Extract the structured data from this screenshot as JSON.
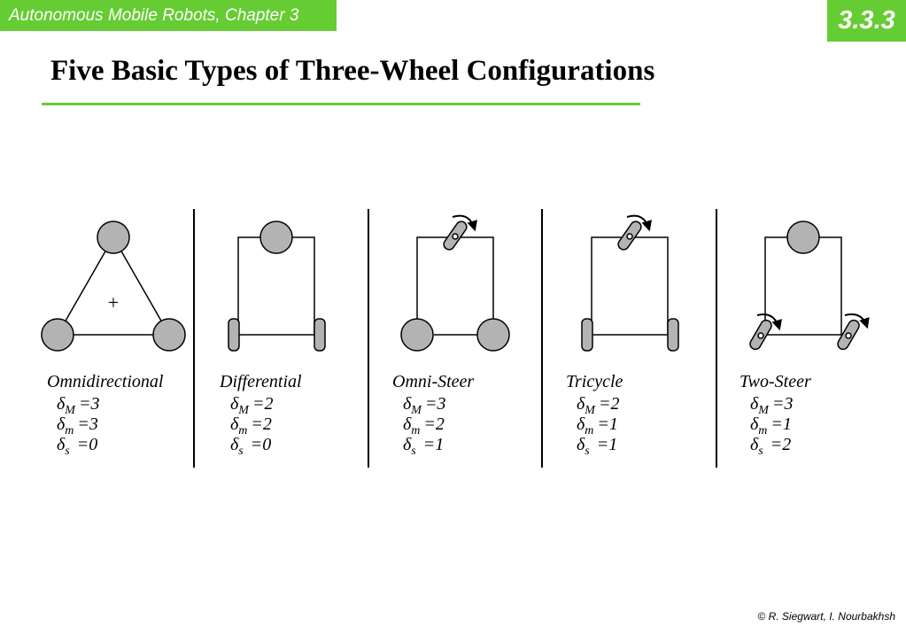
{
  "header": {
    "chapter": "Autonomous Mobile Robots, Chapter 3",
    "section_number": "3.3.3"
  },
  "title": "Five Basic Types of Three-Wheel Configurations",
  "colors": {
    "accent_green": "#66cc33",
    "wheel_gray": "#b3b3b3"
  },
  "configurations": [
    {
      "name": "Omnidirectional",
      "delta_M": "=3",
      "delta_m": "=3",
      "delta_s": "=0"
    },
    {
      "name": "Differential",
      "delta_M": "=2",
      "delta_m": "=2",
      "delta_s": "=0"
    },
    {
      "name": "Omni-Steer",
      "delta_M": "=3",
      "delta_m": "=2",
      "delta_s": "=1"
    },
    {
      "name": "Tricycle",
      "delta_M": "=2",
      "delta_m": "=1",
      "delta_s": "=1"
    },
    {
      "name": "Two-Steer",
      "delta_M": "=3",
      "delta_m": "=1",
      "delta_s": "=2"
    }
  ],
  "symbols": {
    "delta": "δ",
    "sub_M": "M",
    "sub_m": "m",
    "sub_s": "s",
    "center_mark": "+"
  },
  "footer": {
    "copyright": "© R. Siegwart, I. Nourbakhsh"
  }
}
